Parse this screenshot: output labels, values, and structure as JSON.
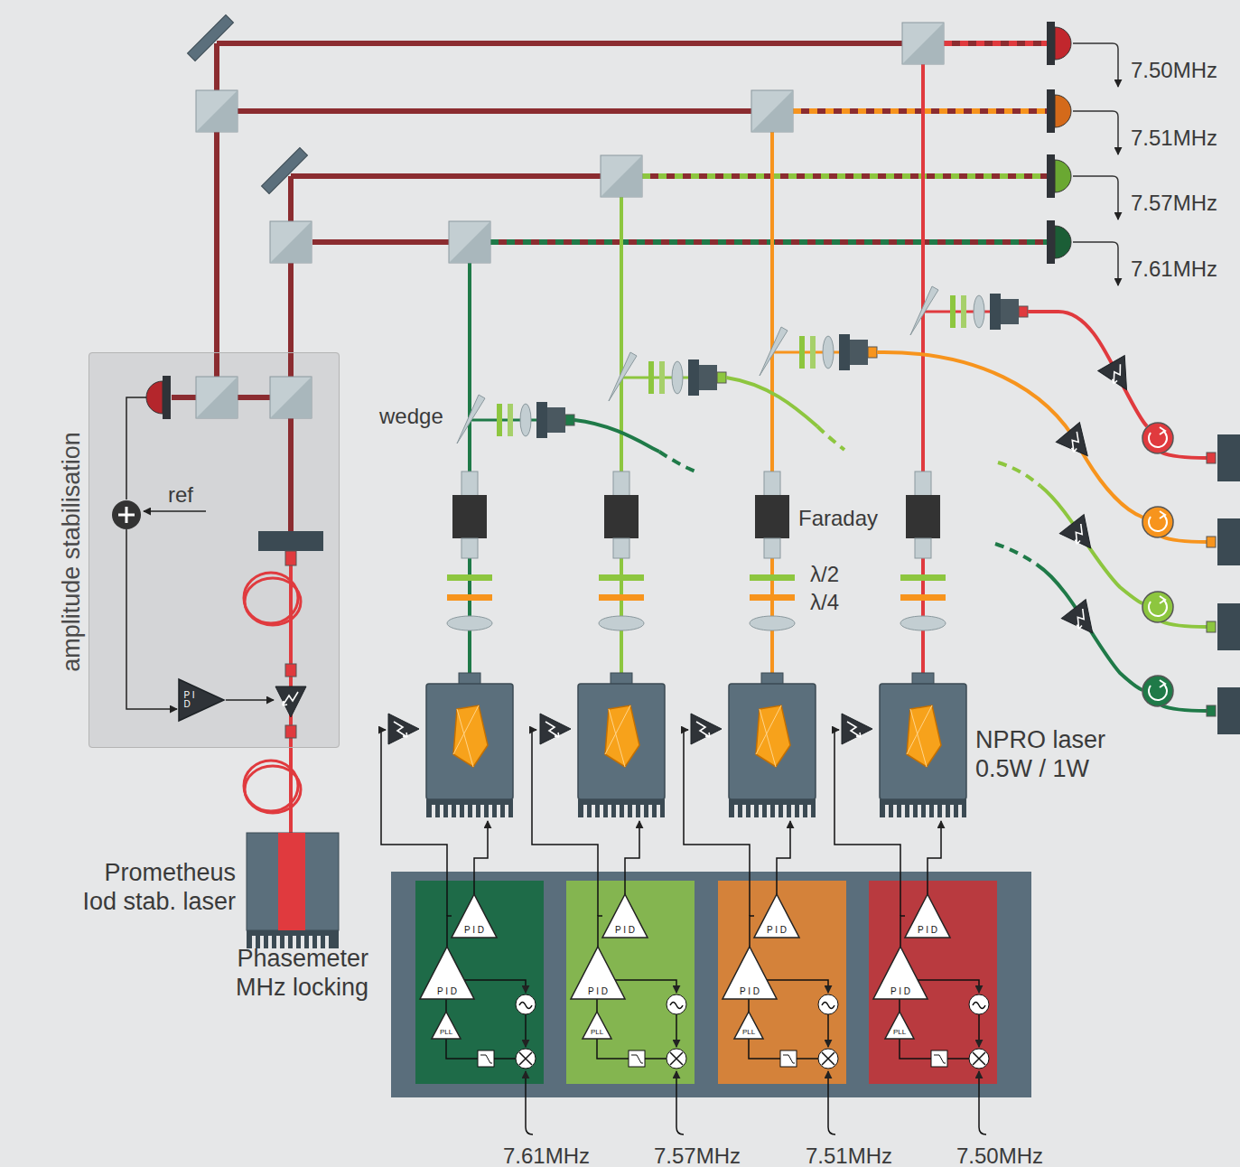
{
  "diagram": {
    "nodes": [
      {
        "text": [
          "amplitude stabilisation"
        ]
      },
      {
        "text": [
          "P I D"
        ],
        "in": 0
      },
      {
        "text": [
          "Prometheus Iod stab. laser"
        ]
      },
      {
        "text": [
          "NPRO laser 0.5W / 1W"
        ]
      },
      {
        "text": [
          "Phasemeter MHz locking"
        ]
      },
      {
        "text": [
          "P I D"
        ],
        "in": 4
      },
      {
        "text": [
          "P I D"
        ],
        "in": 4
      },
      {
        "text": [
          "PLL"
        ],
        "in": 4
      },
      {
        "text": [
          "P I D"
        ],
        "in": 4
      },
      {
        "text": [
          "P I D"
        ],
        "in": 4
      },
      {
        "text": [
          "PLL"
        ],
        "in": 4
      },
      {
        "text": [
          "P I D"
        ],
        "in": 4
      },
      {
        "text": [
          "P I D"
        ],
        "in": 4
      },
      {
        "text": [
          "PLL"
        ],
        "in": 4
      },
      {
        "text": [
          "P I D"
        ],
        "in": 4
      },
      {
        "text": [
          "P I D"
        ],
        "in": 4
      },
      {
        "text": [
          "PLL"
        ],
        "in": 4
      }
    ],
    "edges": [
      {
        "from": 7,
        "to": 6,
        "arrow": "none"
      },
      {
        "from": 6,
        "to": 5,
        "arrow": "none"
      },
      {
        "from": 10,
        "to": 9,
        "arrow": "none"
      },
      {
        "from": 9,
        "to": 8,
        "arrow": "none"
      },
      {
        "from": 13,
        "to": 12,
        "arrow": "none"
      },
      {
        "from": 12,
        "to": 11,
        "arrow": "none"
      },
      {
        "from": 16,
        "to": 15,
        "arrow": "none"
      },
      {
        "from": 15,
        "to": 14,
        "arrow": "none"
      }
    ],
    "labels": [
      "7.50MHz",
      "7.51MHz",
      "7.57MHz",
      "7.61MHz",
      "ref",
      "wedge",
      "Faraday",
      "λ/2",
      "λ/4",
      "7.61MHz",
      "7.57MHz",
      "7.51MHz",
      "7.50MHz"
    ]
  }
}
